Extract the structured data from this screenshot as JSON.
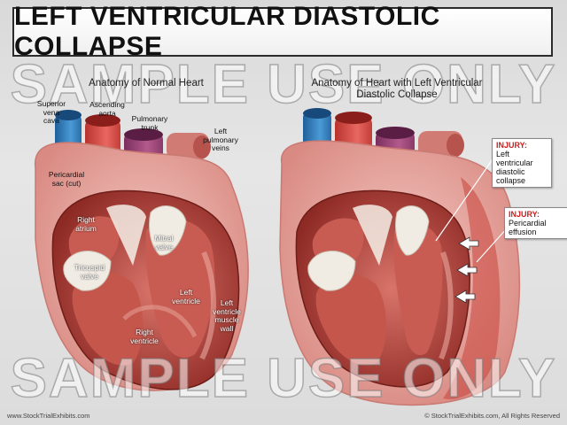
{
  "title": "LEFT VENTRICULAR DIASTOLIC COLLAPSE",
  "watermark": "SAMPLE USE ONLY",
  "left_panel": {
    "title": "Anatomy of Normal Heart",
    "labels": {
      "superior_vena_cava": "Superior vena cava",
      "ascending_aorta": "Ascending aorta",
      "pulmonary_trunk": "Pulmonary trunk",
      "left_pulmonary_veins": "Left pulmonary veins",
      "pericardial_sac": "Pericardial sac (cut)",
      "right_atrium": "Right atrium",
      "tricuspid_valve": "Tricuspid valve",
      "mitral_valve": "Mitral valve",
      "left_ventricle": "Left ventricle",
      "right_ventricle": "Right ventricle",
      "lv_muscle_wall": "Left ventricle muscle wall"
    }
  },
  "right_panel": {
    "title_line1": "Anatomy of Heart with Left Ventricular",
    "title_line2": "Diastolic Collapse",
    "injury1": {
      "head": "INJURY:",
      "text": "Left ventricular diastolic collapse"
    },
    "injury2": {
      "head": "INJURY:",
      "text": "Pericardial effusion"
    }
  },
  "footer": {
    "left": "www.StockTrialExhibits.com",
    "right": "© StockTrialExhibits.com, All Rights Reserved"
  },
  "colors": {
    "title_red": "#d21b1b",
    "vena_cava": "#2f7fc0",
    "aorta": "#d8504b",
    "pulmonary": "#9a4a7a",
    "pericardium": "#e8a9a2",
    "myocardium": "#b8453c"
  }
}
